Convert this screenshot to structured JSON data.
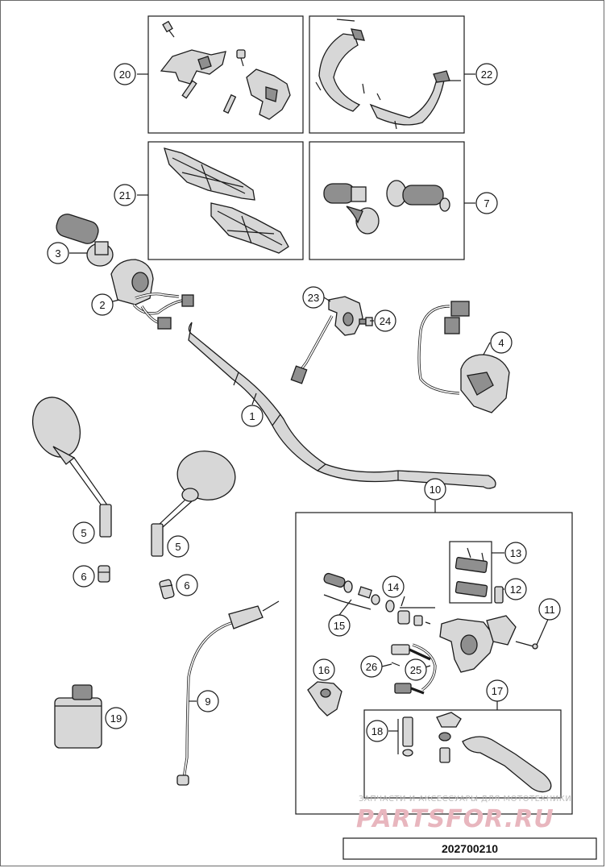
{
  "diagram_id": "202700210",
  "watermark": {
    "tagline": "ЗАПЧАСТИ И АКСЕССУАРЫ ДЛЯ МОТОТЕХНИКИ",
    "logo": "PARTSFOR.RU"
  },
  "callouts": {
    "c1": "1",
    "c2": "2",
    "c3": "3",
    "c4": "4",
    "c5a": "5",
    "c5b": "5",
    "c6a": "6",
    "c6b": "6",
    "c7": "7",
    "c9": "9",
    "c10": "10",
    "c11": "11",
    "c12": "12",
    "c13": "13",
    "c14": "14",
    "c15": "15",
    "c16": "16",
    "c17": "17",
    "c18": "18",
    "c19": "19",
    "c20": "20",
    "c21": "21",
    "c22": "22",
    "c23": "23",
    "c24": "24",
    "c25": "25",
    "c26": "26"
  }
}
